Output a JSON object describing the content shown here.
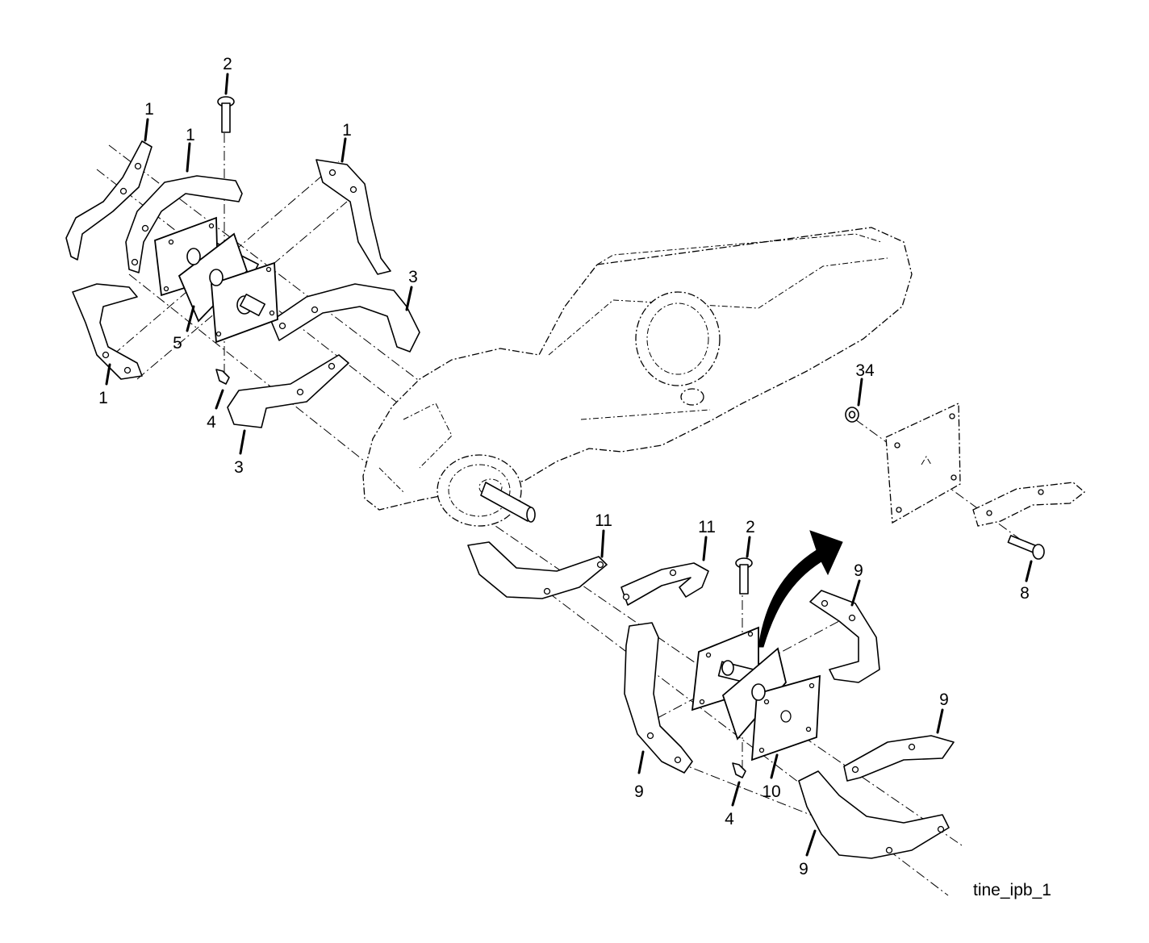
{
  "diagram": {
    "caption": "tine_ipb_1",
    "callouts": [
      {
        "id": "c-2-left",
        "label": "2"
      },
      {
        "id": "c-1-a",
        "label": "1"
      },
      {
        "id": "c-1-b",
        "label": "1"
      },
      {
        "id": "c-1-c",
        "label": "1"
      },
      {
        "id": "c-1-d",
        "label": "1"
      },
      {
        "id": "c-3-a",
        "label": "3"
      },
      {
        "id": "c-3-b",
        "label": "3"
      },
      {
        "id": "c-5",
        "label": "5"
      },
      {
        "id": "c-4-left",
        "label": "4"
      },
      {
        "id": "c-34",
        "label": "34"
      },
      {
        "id": "c-8",
        "label": "8"
      },
      {
        "id": "c-11-a",
        "label": "11"
      },
      {
        "id": "c-11-b",
        "label": "11"
      },
      {
        "id": "c-2-right",
        "label": "2"
      },
      {
        "id": "c-9-a",
        "label": "9"
      },
      {
        "id": "c-9-b",
        "label": "9"
      },
      {
        "id": "c-9-c",
        "label": "9"
      },
      {
        "id": "c-9-d",
        "label": "9"
      },
      {
        "id": "c-10",
        "label": "10"
      },
      {
        "id": "c-4-right",
        "label": "4"
      }
    ]
  }
}
